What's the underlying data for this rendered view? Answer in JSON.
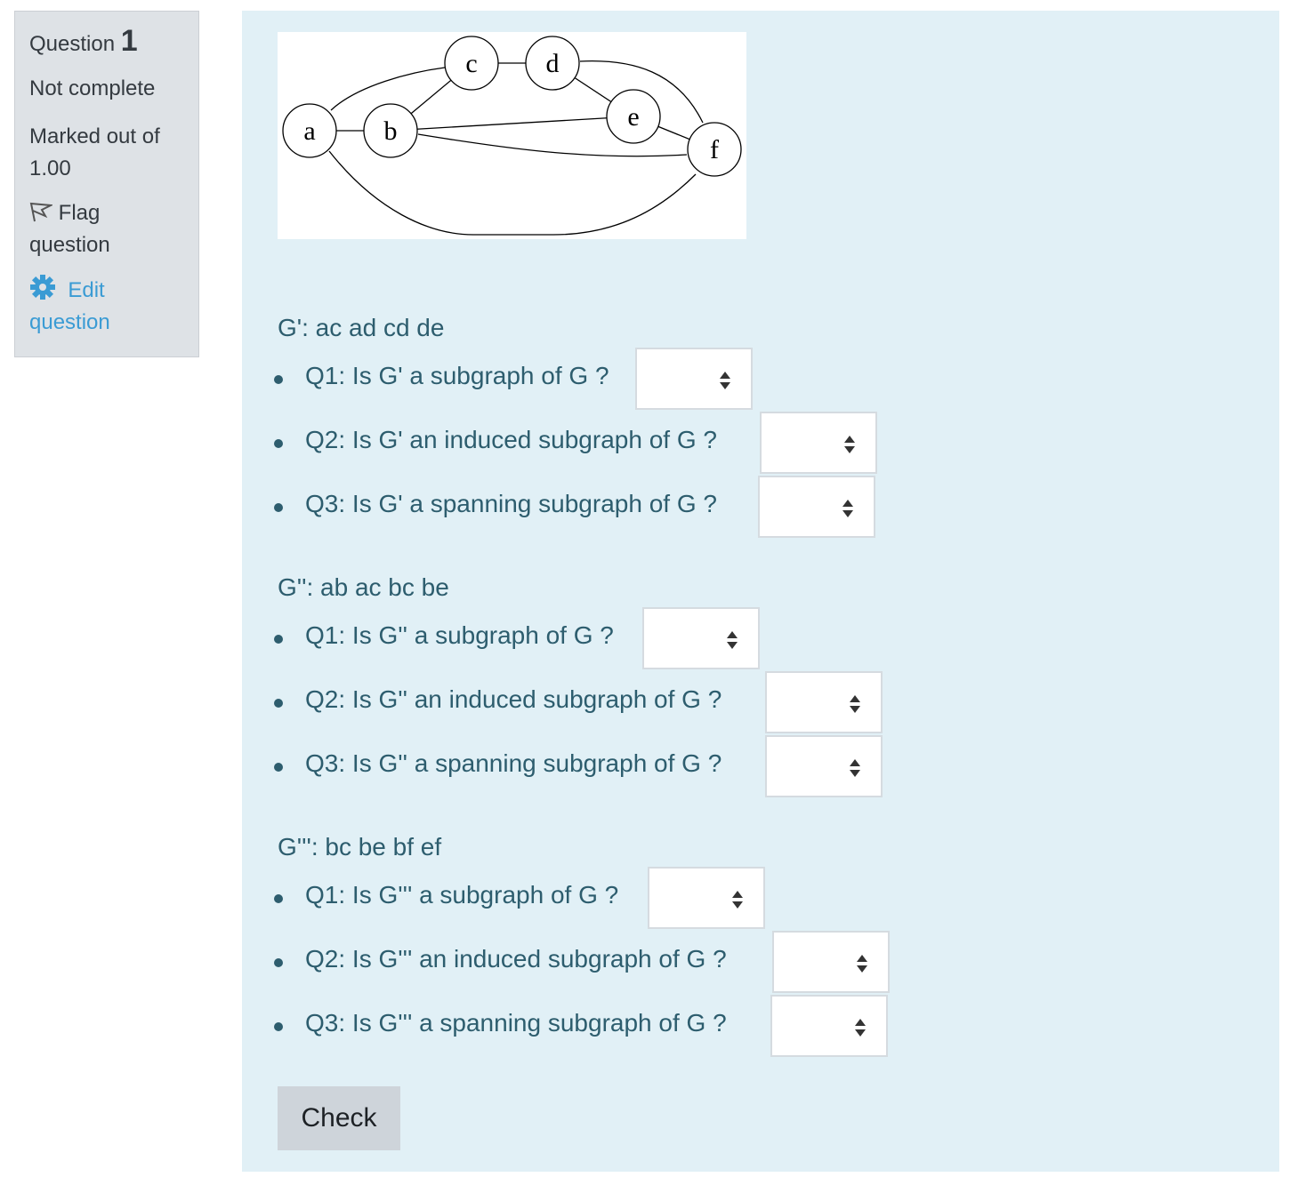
{
  "info": {
    "question_label": "Question",
    "question_number": "1",
    "state": "Not complete",
    "marked_line1": "Marked out of",
    "marked_line2": "1.00",
    "flag_line1": "Flag",
    "flag_line2": "question",
    "edit_line1": "Edit",
    "edit_line2": "question"
  },
  "graph": {
    "nodes": [
      "a",
      "b",
      "c",
      "d",
      "e",
      "f"
    ],
    "edges": [
      "ab",
      "ac",
      "af",
      "bc",
      "be",
      "bf",
      "cd",
      "de",
      "df",
      "ef"
    ]
  },
  "parts": [
    {
      "title": "G': ac ad cd de",
      "questions": [
        "Q1: Is G' a subgraph of G ?",
        "Q2: Is G' an induced subgraph of G ?",
        "Q3: Is G' a spanning subgraph of G ?"
      ]
    },
    {
      "title": "G'': ab ac bc be",
      "questions": [
        "Q1: Is G'' a subgraph of G ?",
        "Q2: Is G'' an induced subgraph of G ?",
        "Q3: Is G'' a spanning subgraph of G ?"
      ]
    },
    {
      "title": "G''': bc be bf ef",
      "questions": [
        "Q1: Is G''' a subgraph of G ?",
        "Q2: Is G''' an induced subgraph of G ?",
        "Q3: Is G''' a spanning subgraph of G ?"
      ]
    }
  ],
  "check_label": "Check",
  "colors": {
    "text": "#2d5d6e",
    "link": "#3a9bd4",
    "content_bg": "#e1f0f6",
    "info_bg": "#dee2e6"
  }
}
